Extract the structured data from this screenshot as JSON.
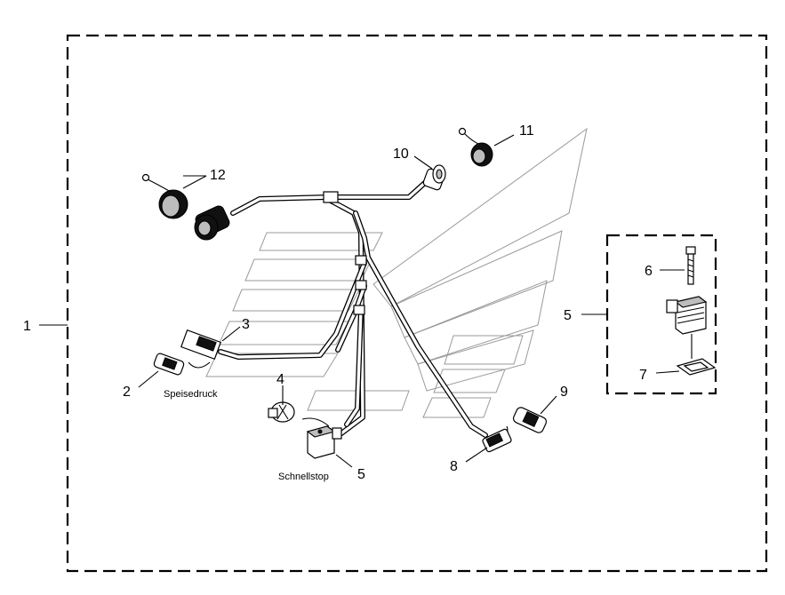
{
  "callouts": {
    "assembly": "1",
    "c2": "2",
    "c3": "3",
    "c4": "4",
    "c5_main": "5",
    "c5_detail": "5",
    "c6": "6",
    "c7": "7",
    "c8": "8",
    "c9": "9",
    "c10": "10",
    "c11": "11",
    "c12": "12"
  },
  "annotations": {
    "speisedruck": "Speisedruck",
    "schnellstop": "Schnellstop"
  },
  "colors": {
    "line": "#000000",
    "watermark": "#9a9a9a",
    "background": "#ffffff"
  }
}
